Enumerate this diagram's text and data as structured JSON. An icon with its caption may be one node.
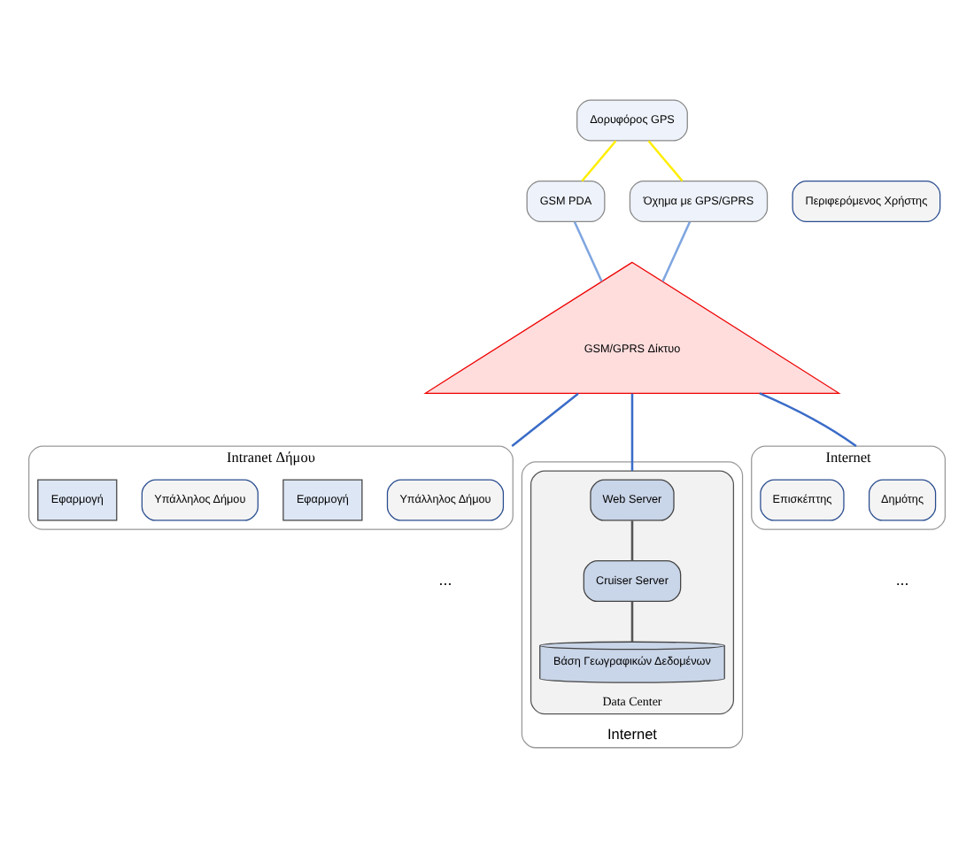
{
  "diagram": {
    "nodes": [
      {
        "text": [
          "Δορυφόρος GPS"
        ]
      },
      {
        "text": [
          "GSM PDA"
        ]
      },
      {
        "text": [
          "Περιφερόμενος Χρήστης"
        ]
      },
      {
        "text": [
          "Όχημα με GPS/GPRS"
        ]
      },
      {
        "text": [
          "GSM/GPRS Δίκτυο"
        ]
      },
      {
        "text": [
          "Intranet Δήμου"
        ]
      },
      {
        "text": [
          "Υπάλληλος Δήμου"
        ],
        "in": 5
      },
      {
        "text": [
          "Εφαρμογή"
        ],
        "in": 5
      },
      {
        "text": [
          "Υπάλληλος Δήμου"
        ],
        "in": 5
      },
      {
        "text": [
          "Εφαρμογή"
        ],
        "in": 5
      },
      {
        "text": [
          "Internet"
        ]
      },
      {
        "text": [
          "Δημότης"
        ],
        "in": 10
      },
      {
        "text": [
          "Επισκέπτης"
        ],
        "in": 10
      },
      {
        "text": [
          "Internet"
        ]
      },
      {
        "text": [
          "Data Center"
        ],
        "in": 13
      },
      {
        "text": [
          "Web Server"
        ],
        "in": 14
      },
      {
        "text": [
          "Cruiser Server"
        ],
        "in": 14
      },
      {
        "text": [
          "Βάση Γεωγραφικών Δεδομένων"
        ],
        "in": 14
      }
    ],
    "edges": [
      {
        "from": 0,
        "to": 1,
        "arrow": "none",
        "color": "#ffee00"
      },
      {
        "from": 0,
        "to": 3,
        "arrow": "none",
        "color": "#ffee00"
      },
      {
        "from": 1,
        "to": 4,
        "arrow": "none",
        "color": "#7fa6e0"
      },
      {
        "from": 3,
        "to": 4,
        "arrow": "none",
        "color": "#7fa6e0"
      },
      {
        "from": 4,
        "to": 5,
        "arrow": "none",
        "color": "#3a6cc8"
      },
      {
        "from": 4,
        "to": 10,
        "arrow": "none",
        "color": "#3a6cc8"
      },
      {
        "from": 4,
        "to": 14,
        "arrow": "none",
        "color": "#3a6cc8"
      },
      {
        "from": 15,
        "to": 16,
        "arrow": "none",
        "color": "#555555"
      },
      {
        "from": 16,
        "to": 17,
        "arrow": "none",
        "color": "#555555"
      }
    ],
    "labels": [
      "...",
      "..."
    ]
  }
}
